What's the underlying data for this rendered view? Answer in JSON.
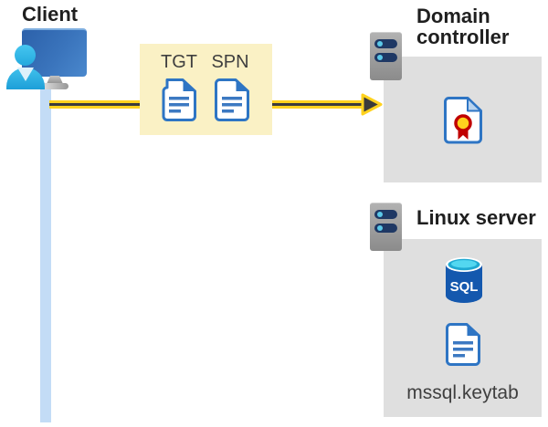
{
  "client": {
    "label": "Client"
  },
  "ticket_box": {
    "tgt_label": "TGT",
    "spn_label": "SPN"
  },
  "domain_controller": {
    "label": "Domain controller"
  },
  "linux_server": {
    "label": "Linux server",
    "sql_label": "SQL",
    "keytab_label": "mssql.keytab"
  },
  "icons": {
    "client_user": "person-at-computer",
    "server_tower": "server-tower",
    "ticket_document": "document-file",
    "certificate": "certificate-document",
    "sql_database": "sql-database-cylinder",
    "arrow_right": "arrow-right"
  },
  "colors": {
    "arrow_yellow": "#FFD21E",
    "arrow_dark": "#3B3B3B",
    "ticket_box_bg": "#FAF1C5",
    "server_box_bg": "#DFDFDF",
    "client_line_blue": "#C3DCF6",
    "document_blue": "#2E75C4",
    "sql_body_blue": "#1458AE",
    "sql_top_cyan": "#53D7F0",
    "title_black": "#1F1F1F",
    "label_gray": "#3F3F3F"
  }
}
